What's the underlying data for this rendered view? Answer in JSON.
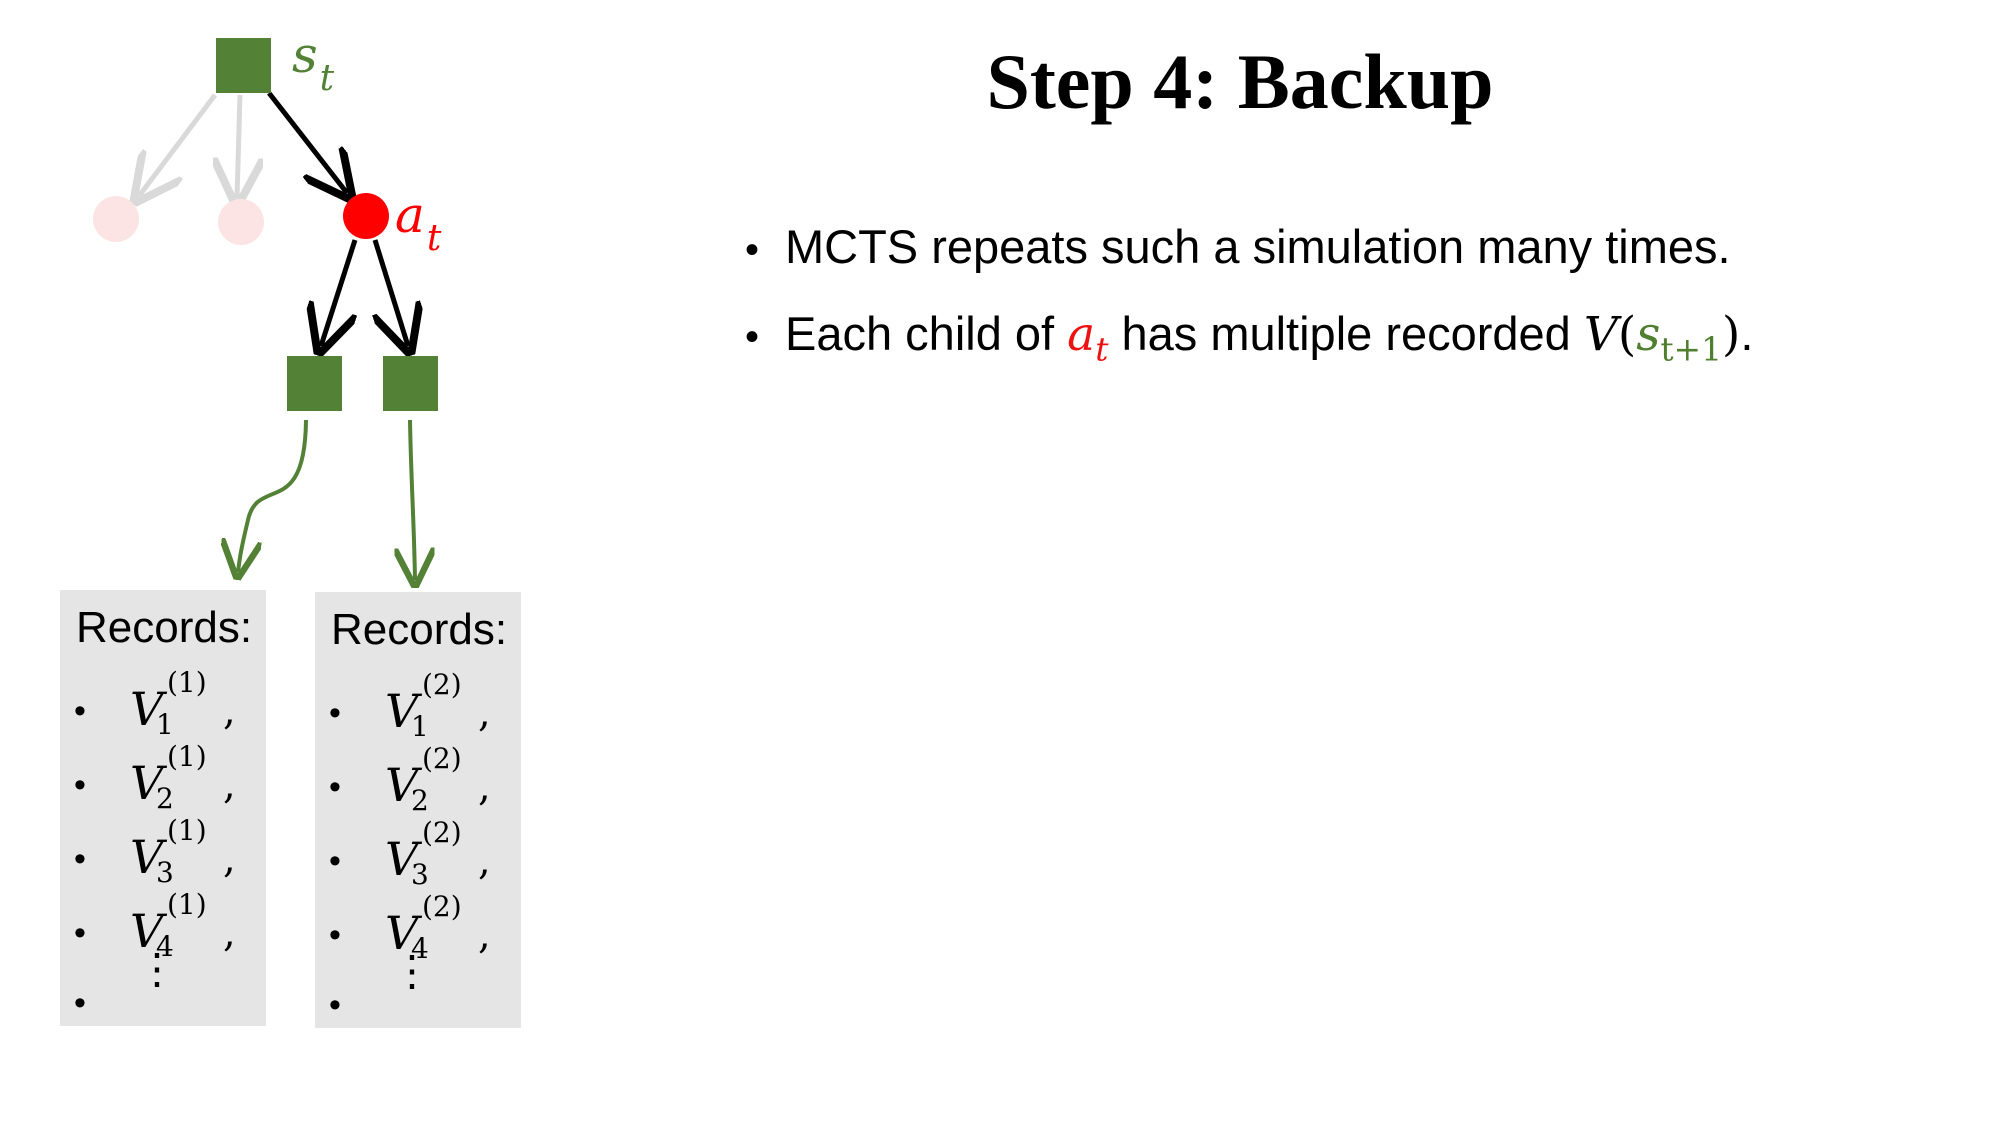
{
  "title": "Step 4: Backup",
  "bullets": [
    {
      "text": "MCTS repeats such a simulation many times."
    },
    {
      "prefix": "Each child of ",
      "action_var": "a",
      "action_sub": "t",
      "middle": " has multiple recorded ",
      "value_fn": "V",
      "state_var": "s",
      "state_sub": "t+1",
      "suffix": "."
    }
  ],
  "tree": {
    "root_label": "s",
    "root_label_sub": "t",
    "action_label": "a",
    "action_label_sub": "t"
  },
  "records": [
    {
      "header": "Records:",
      "items": [
        {
          "v": "V",
          "sub": "1",
          "sup": "(1)",
          "comma": ","
        },
        {
          "v": "V",
          "sub": "2",
          "sup": "(1)",
          "comma": ","
        },
        {
          "v": "V",
          "sub": "3",
          "sup": "(1)",
          "comma": ","
        },
        {
          "v": "V",
          "sub": "4",
          "sup": "(1)",
          "comma": ","
        }
      ],
      "more": "⋮"
    },
    {
      "header": "Records:",
      "items": [
        {
          "v": "V",
          "sub": "1",
          "sup": "(2)",
          "comma": ","
        },
        {
          "v": "V",
          "sub": "2",
          "sup": "(2)",
          "comma": ","
        },
        {
          "v": "V",
          "sub": "3",
          "sup": "(2)",
          "comma": ","
        },
        {
          "v": "V",
          "sub": "4",
          "sup": "(2)",
          "comma": ","
        }
      ],
      "more": "⋮"
    }
  ],
  "colors": {
    "state_green": "#538135",
    "action_red": "#ff0000",
    "faded_pink": "#fce4e4",
    "faded_arrow": "#d9d9d9",
    "record_bg": "#e5e5e5"
  }
}
